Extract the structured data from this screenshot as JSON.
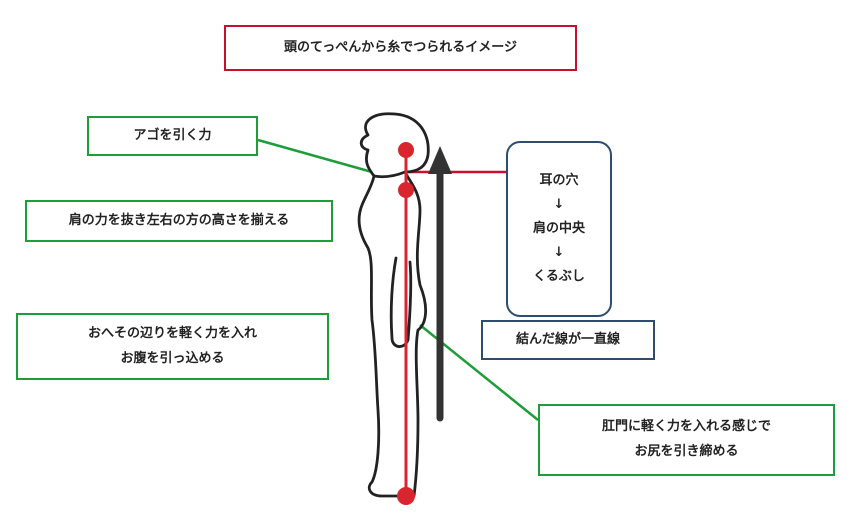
{
  "title": "頭のてっぺんから糸でつられるイメージ",
  "labels": {
    "chin": "アゴを引く力",
    "shoulders": "肩の力を抜き左右の方の高さを揃える",
    "navel": [
      "おへその辺りを軽く力を入れ",
      "お腹を引っ込める"
    ],
    "anus": [
      "肛門に軽く力を入れる感じで",
      "お尻を引き締める"
    ],
    "alignment": [
      "耳の穴",
      "↓",
      "肩の中央",
      "↓",
      "くるぶし"
    ],
    "straight_line": "結んだ線が一直線"
  },
  "colors": {
    "title_border": "#c8102e",
    "label_border": "#1f9d3a",
    "panel_border": "#2e4d6e",
    "body_line": "#d9262e",
    "arrow": "#333333"
  }
}
